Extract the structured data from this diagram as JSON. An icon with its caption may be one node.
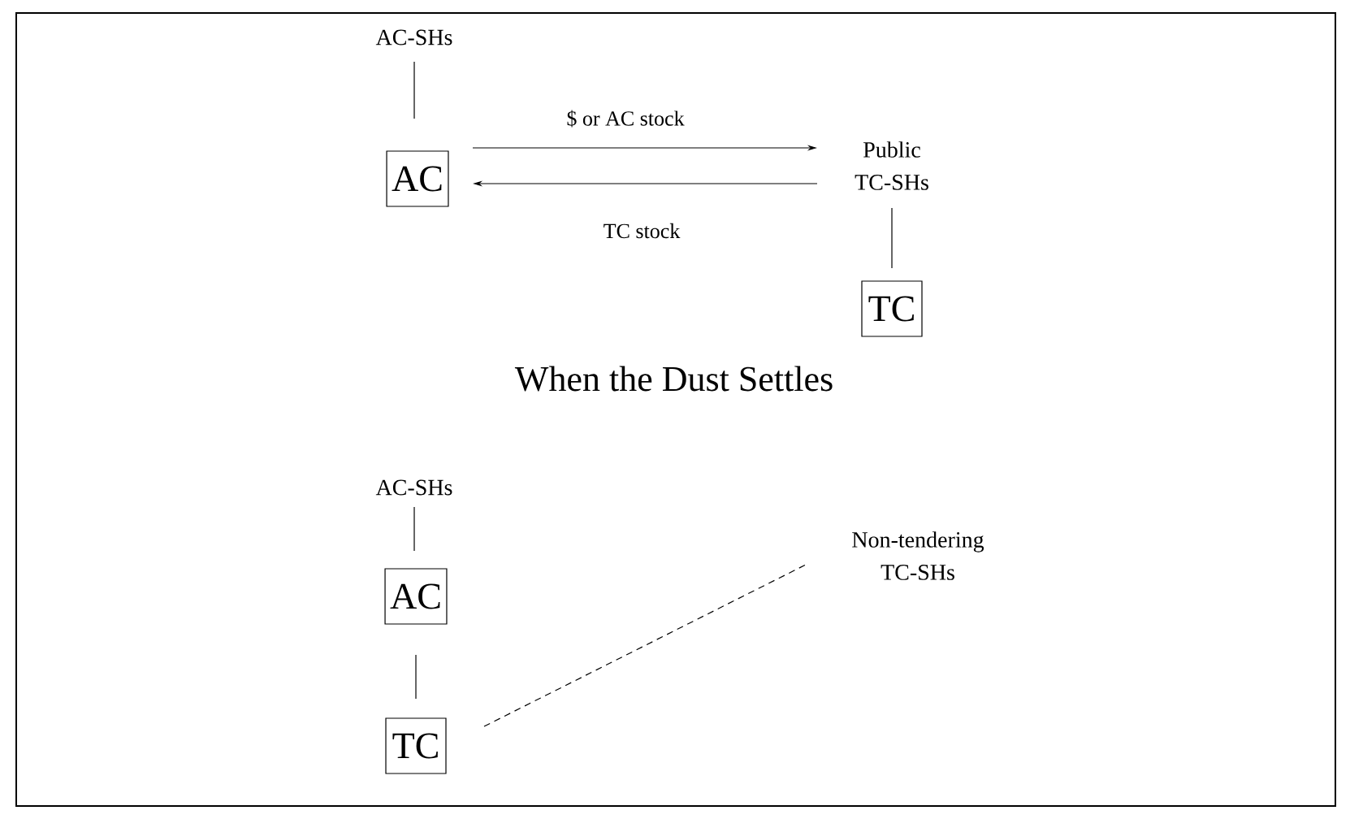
{
  "diagram": {
    "nodes": [
      {
        "text": [
          "AC-SHs"
        ]
      },
      {
        "text": [
          "AC"
        ]
      },
      {
        "text": [
          "Public TC-SHs"
        ]
      },
      {
        "text": [
          "TC"
        ]
      },
      {
        "text": [
          "AC-SHs"
        ]
      },
      {
        "text": [
          "AC"
        ]
      },
      {
        "text": [
          "TC"
        ]
      },
      {
        "text": [
          "Non-tendering TC-SHs"
        ]
      }
    ],
    "edges": [
      {
        "from": 0,
        "to": 1,
        "arrow": "none"
      },
      {
        "from": 1,
        "to": 2,
        "arrow": "to",
        "label": "$ or AC stock"
      },
      {
        "from": 2,
        "to": 1,
        "arrow": "to",
        "label": "TC stock"
      },
      {
        "from": 2,
        "to": 3,
        "arrow": "none"
      },
      {
        "from": 4,
        "to": 5,
        "arrow": "none"
      },
      {
        "from": 5,
        "to": 6,
        "arrow": "none"
      },
      {
        "from": 6,
        "to": 7,
        "arrow": "none",
        "style": "dashed"
      }
    ],
    "labels": [
      "When the Dust Settles"
    ]
  }
}
